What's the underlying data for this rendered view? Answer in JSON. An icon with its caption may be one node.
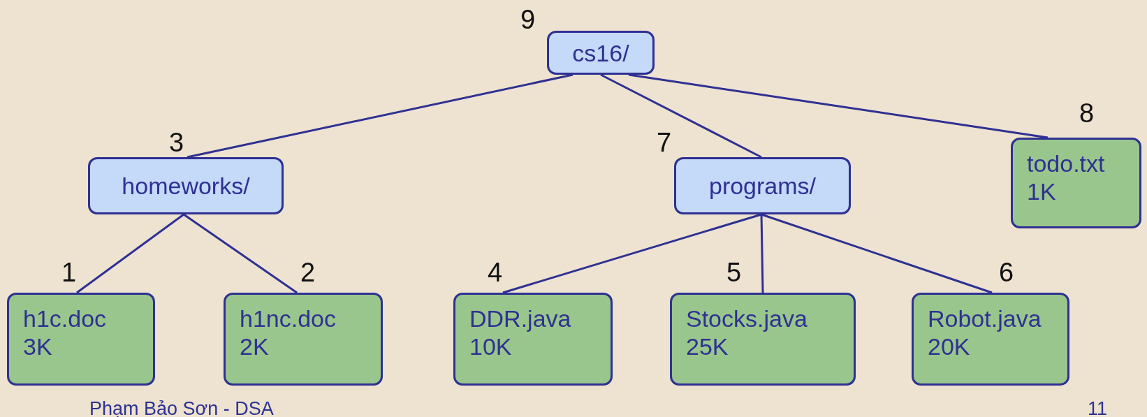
{
  "diagram": {
    "nodes": [
      {
        "text": [
          "cs16/"
        ],
        "beside": [
          "9"
        ]
      },
      {
        "text": [
          "homeworks/"
        ],
        "beside": [
          "3"
        ]
      },
      {
        "text": [
          "programs/"
        ],
        "beside": [
          "7"
        ]
      },
      {
        "text": [
          "todo.txt",
          "1K"
        ],
        "beside": [
          "8"
        ]
      },
      {
        "text": [
          "h1c.doc",
          "3K"
        ],
        "beside": [
          "1"
        ]
      },
      {
        "text": [
          "h1nc.doc",
          "2K"
        ],
        "beside": [
          "2"
        ]
      },
      {
        "text": [
          "DDR.java",
          "10K"
        ],
        "beside": [
          "4"
        ]
      },
      {
        "text": [
          "Stocks.java",
          "25K"
        ],
        "beside": [
          "5"
        ]
      },
      {
        "text": [
          "Robot.java",
          "20K"
        ],
        "beside": [
          "6"
        ]
      }
    ],
    "edges": [
      {
        "from": 0,
        "to": 1,
        "arrow": "none"
      },
      {
        "from": 0,
        "to": 2,
        "arrow": "none"
      },
      {
        "from": 0,
        "to": 3,
        "arrow": "none"
      },
      {
        "from": 1,
        "to": 4,
        "arrow": "none"
      },
      {
        "from": 1,
        "to": 5,
        "arrow": "none"
      },
      {
        "from": 2,
        "to": 6,
        "arrow": "none"
      },
      {
        "from": 2,
        "to": 7,
        "arrow": "none"
      },
      {
        "from": 2,
        "to": 8,
        "arrow": "none"
      }
    ],
    "labels": [
      "Phạm Bảo Sơn - DSA",
      "11"
    ]
  }
}
